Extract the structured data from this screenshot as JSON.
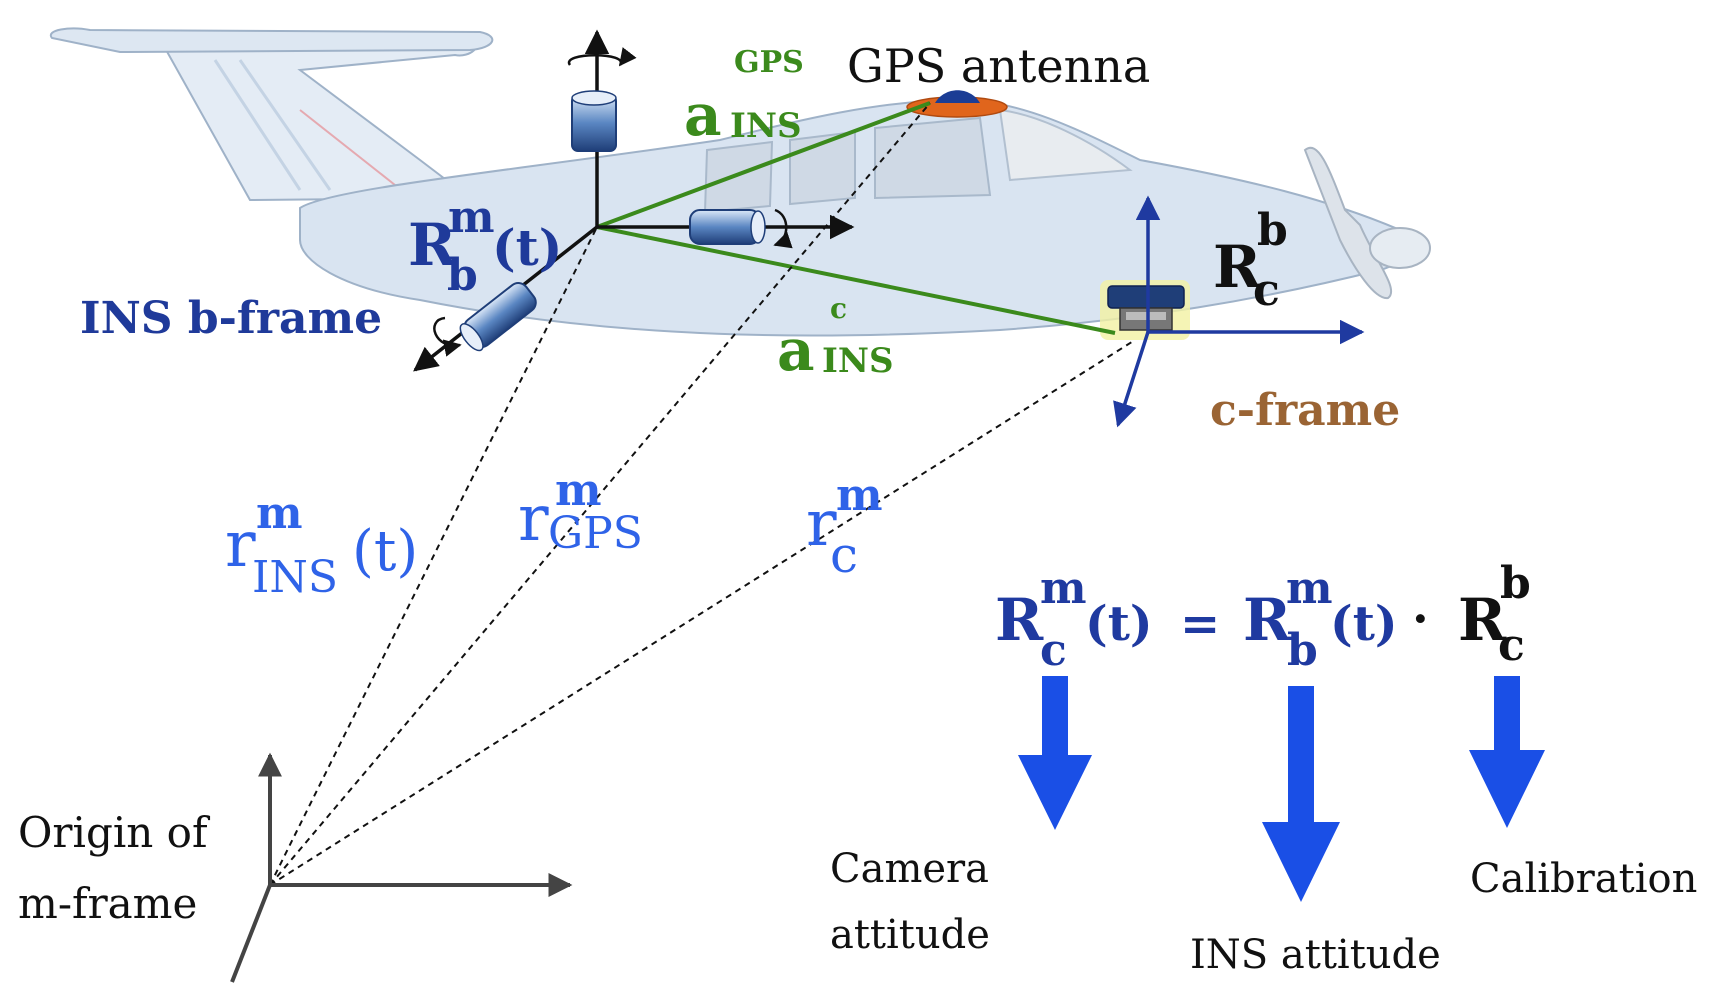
{
  "colors": {
    "ins_blue": "#1f3a9a",
    "math_blue": "#2f63e8",
    "lever_green": "#3b8a1c",
    "cframe_brown": "#9a6434",
    "frame_dark_blue": "#1f3aa0",
    "arrow_blue": "#1a4fe6",
    "axis_black": "#111111",
    "gps_orange": "#e0651c"
  },
  "labels": {
    "gps_antenna": "GPS antenna",
    "ins_b_frame": "INS b-frame",
    "c_frame": "c-frame",
    "origin_line1": "Origin of",
    "origin_line2": "m-frame",
    "camera_line1": "Camera",
    "camera_line2": "attitude",
    "ins_attitude": "INS attitude",
    "calibration": "Calibration"
  },
  "symbols": {
    "a_gps": {
      "base": "a",
      "sup": "GPS",
      "sub": "INS"
    },
    "a_c": {
      "base": "a",
      "sup": "c",
      "sub": "INS"
    },
    "R_b_m": {
      "base": "R",
      "sup": "m",
      "sub": "b",
      "arg": "(t)"
    },
    "R_c_b": {
      "base": "R",
      "sup": "b",
      "sub": "c"
    },
    "r_ins": {
      "base": "r",
      "sup": "m",
      "sub": "INS",
      "arg": "(t)"
    },
    "r_gps": {
      "base": "r",
      "sup": "m",
      "sub": "GPS"
    },
    "r_c": {
      "base": "r",
      "sup": "m",
      "sub": "c"
    }
  },
  "equation": {
    "lhs": {
      "base": "R",
      "sup": "m",
      "sub": "c",
      "arg": "(t)"
    },
    "equals": "=",
    "term1": {
      "base": "R",
      "sup": "m",
      "sub": "b",
      "arg": "(t)"
    },
    "dot": "·",
    "term2": {
      "base": "R",
      "sup": "b",
      "sub": "c"
    }
  },
  "icons": [
    "airplane-icon",
    "gyro-sensor-icon",
    "gps-antenna-icon",
    "camera-icon"
  ]
}
